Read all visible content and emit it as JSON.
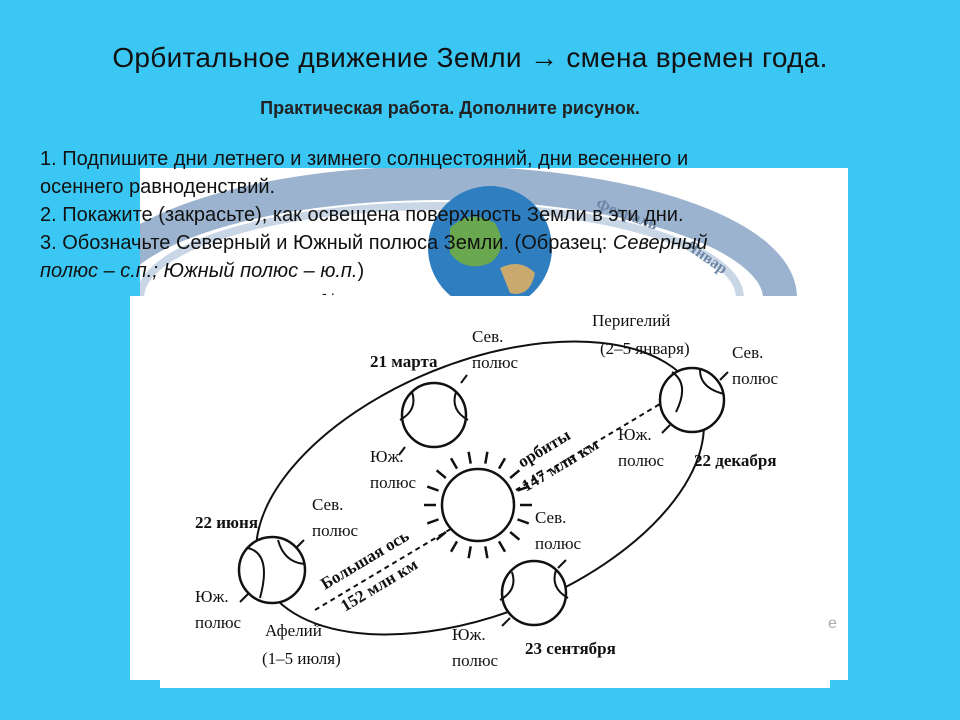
{
  "slide": {
    "title": "Орбитальное движение Земли → смена времен года.",
    "subtitle": "Практическая работа.  Дополните рисунок.",
    "instructions": {
      "line1": "1. Подпишите дни летнего и зимнего солнцестояний, дни весеннего и",
      "line2": "осеннего равноденствий.",
      "line3": "2. Покажите (закрасьте), как освещена поверхность Земли в эти дни.",
      "line4a": "3. Обозначьте Северный и Южный полюса Земли. (Образец: ",
      "line4b": "Северный",
      "line5a": "полюс – с.п.; Южный полюс – ю.п.",
      "line5b": ")"
    }
  },
  "diagram": {
    "labels": {
      "march": "21 марта",
      "june": "22 июня",
      "december": "22 декабря",
      "september": "23 сентября",
      "perihelion": "Перигелий",
      "perihelion_date": "(2–5 января)",
      "aphelion": "Афелий",
      "aphelion_date": "(1–5 июля)",
      "north": "Сев.",
      "south": "Юж.",
      "pole": "полюс",
      "axis1": "Большая ось",
      "axis2": "152 млн км",
      "orbit1": "орбиты",
      "orbit2": "147 млн км"
    },
    "bg_letters": [
      "Ф",
      "е",
      "в",
      "р",
      "а",
      "л",
      "ь",
      "Я",
      "н",
      "в",
      "а",
      "р"
    ],
    "watermark": "е"
  }
}
